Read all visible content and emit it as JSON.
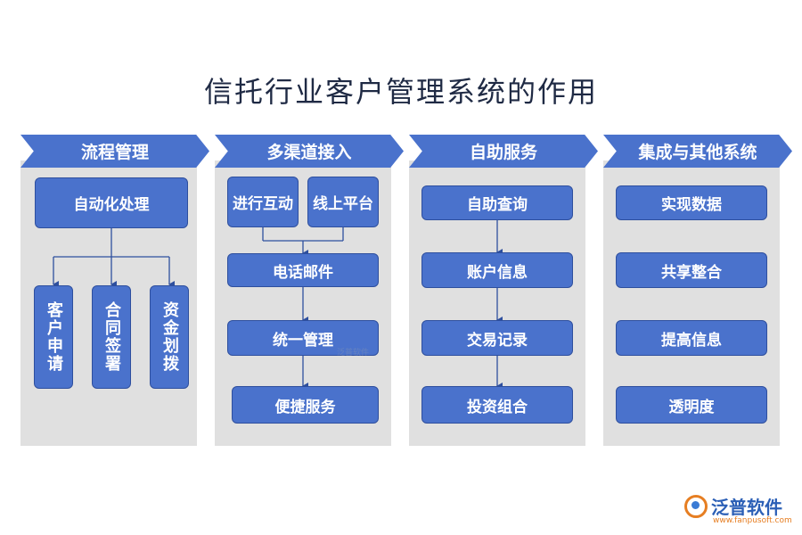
{
  "title": "信托行业客户管理系统的作用",
  "columns": [
    {
      "header": "流程管理",
      "top": "自动化处理",
      "subs": [
        "客户申请",
        "合同签署",
        "资金划拨"
      ]
    },
    {
      "header": "多渠道接入",
      "pair": [
        "进行互动",
        "线上平台"
      ],
      "items": [
        "电话邮件",
        "统一管理",
        "便捷服务"
      ]
    },
    {
      "header": "自助服务",
      "items": [
        "自助查询",
        "账户信息",
        "交易记录",
        "投资组合"
      ]
    },
    {
      "header": "集成与其他系统",
      "items": [
        "实现数据",
        "共享整合",
        "提高信息",
        "透明度"
      ]
    }
  ],
  "watermark": "泛普软件",
  "logo": {
    "name": "泛普软件",
    "url": "www.fanpusoft.com"
  },
  "colors": {
    "accent": "#4a72cc",
    "panel": "#e0e0e0",
    "title": "#1f2a44"
  }
}
